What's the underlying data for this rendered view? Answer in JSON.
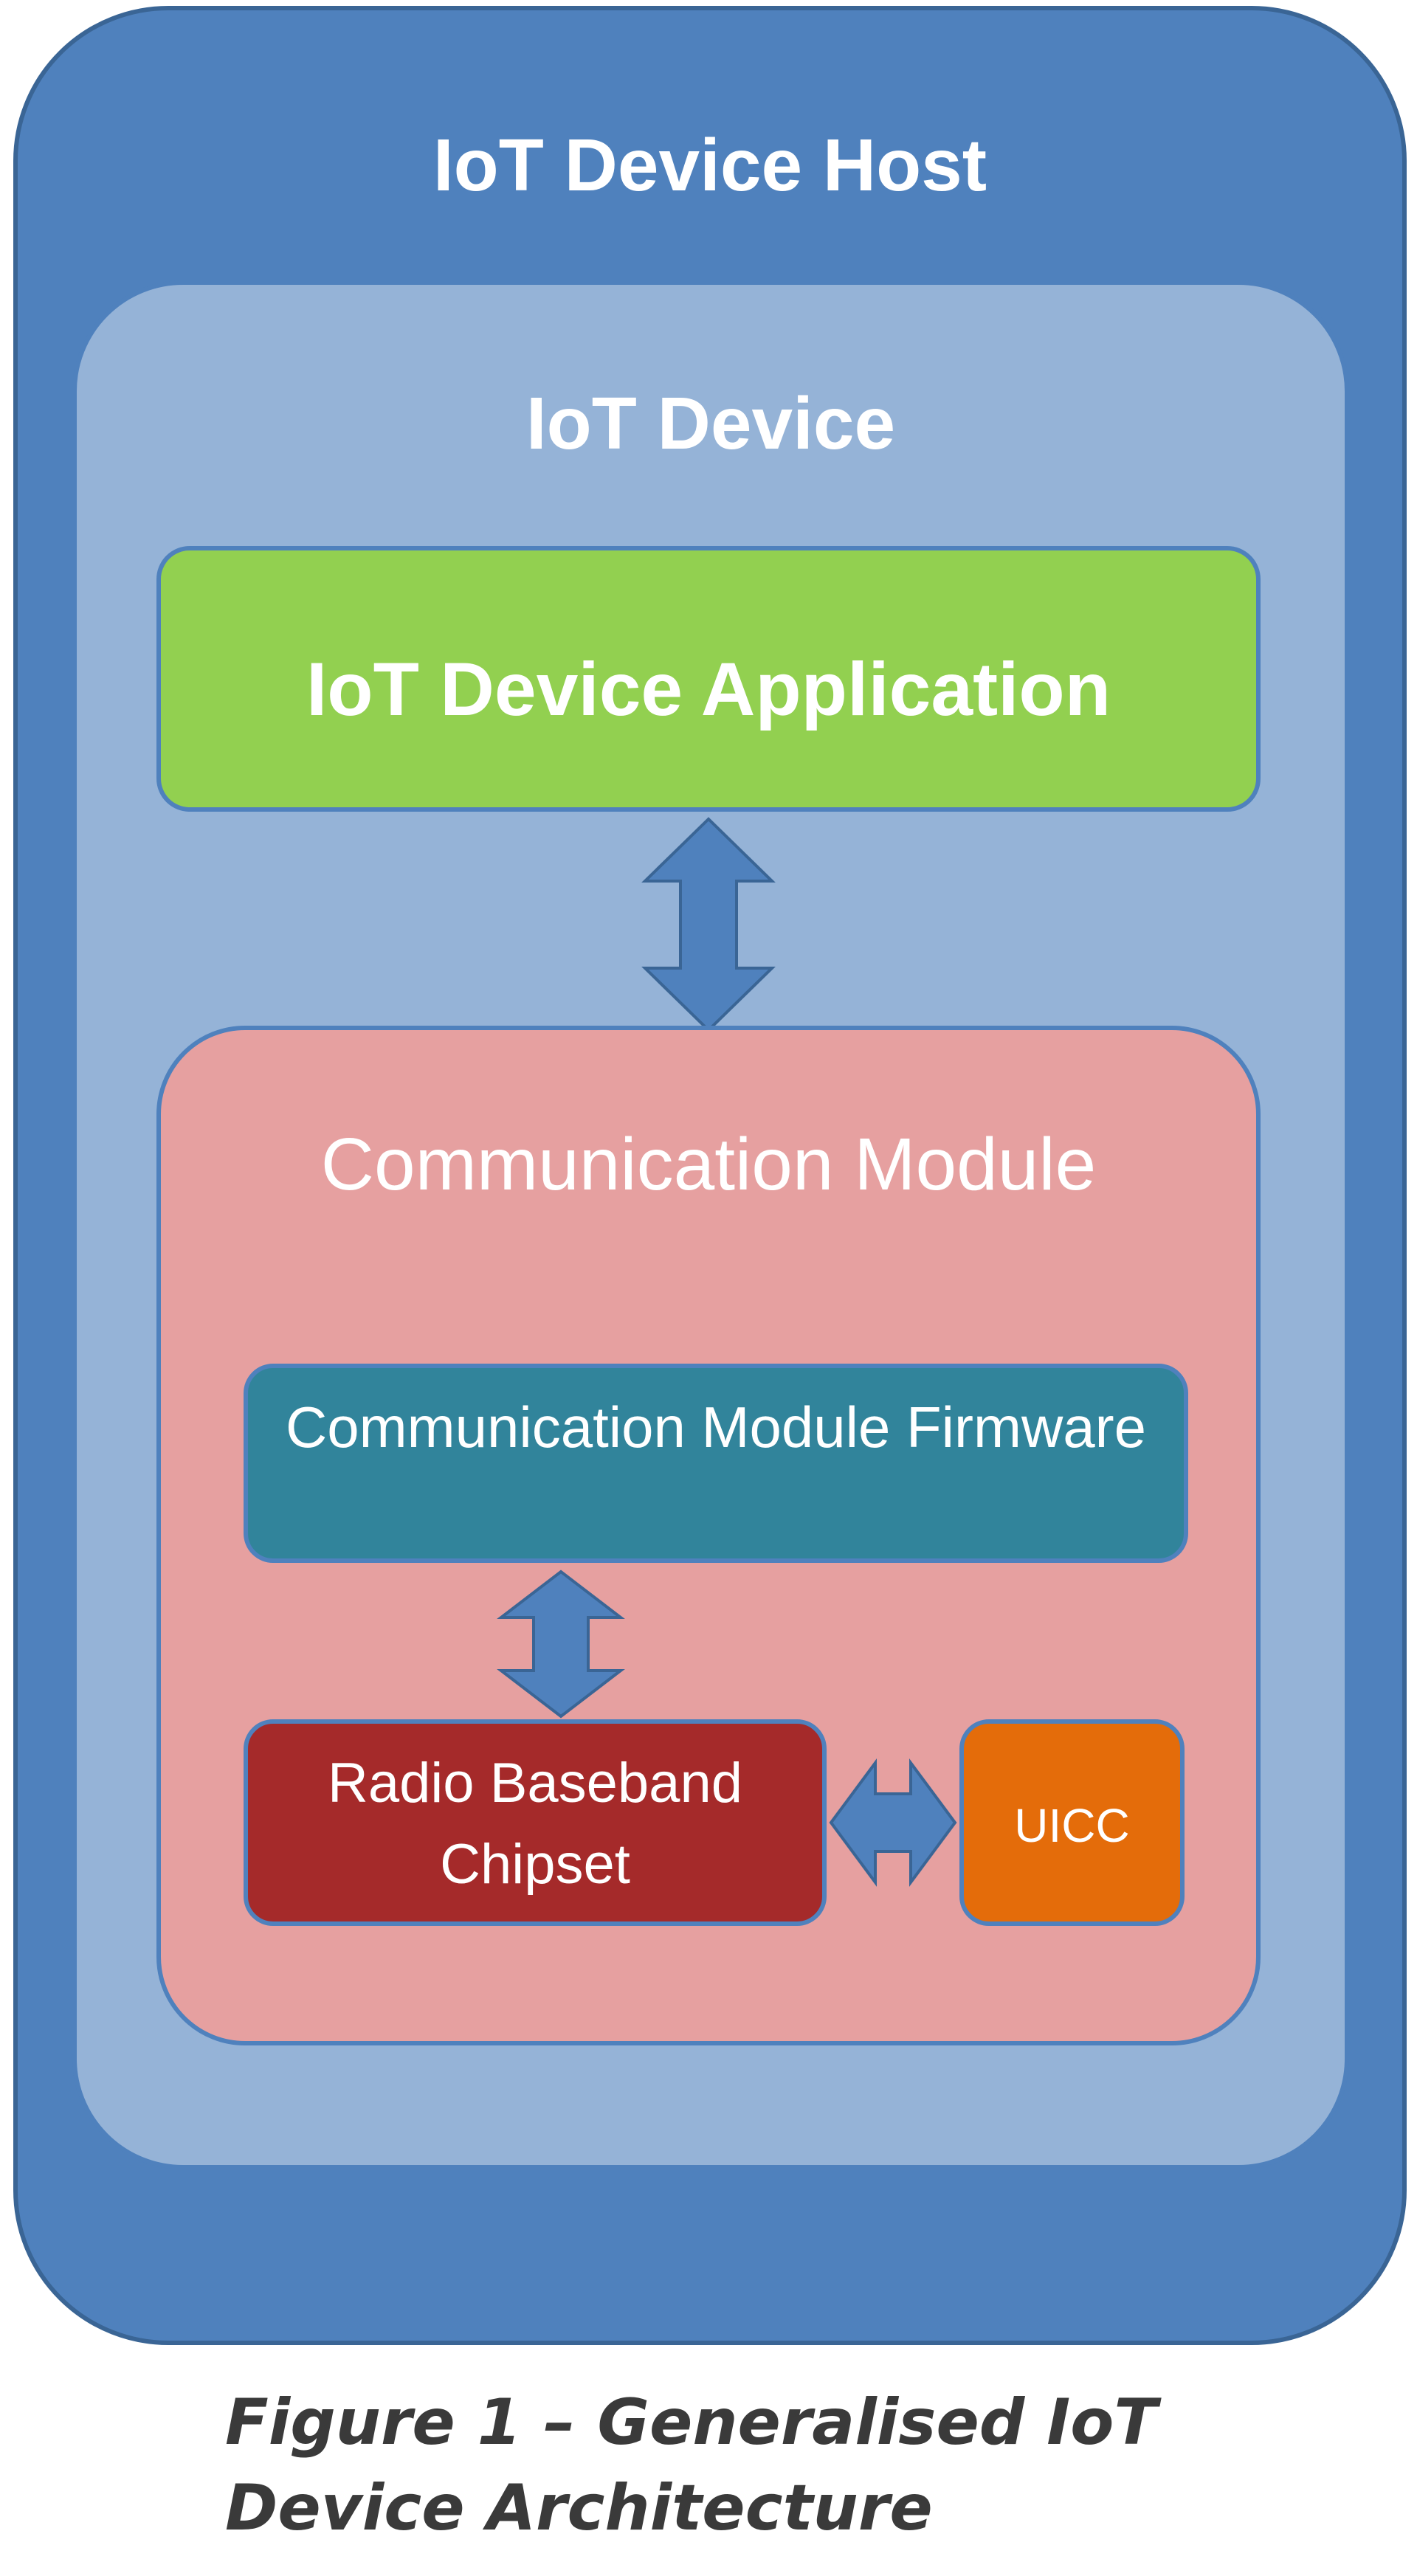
{
  "diagram": {
    "host": {
      "label": "IoT Device Host"
    },
    "device": {
      "label": "IoT Device"
    },
    "application": {
      "label": "IoT Device Application"
    },
    "module": {
      "label": "Communication Module"
    },
    "firmware": {
      "label": "Communication Module Firmware"
    },
    "radio": {
      "label": "Radio Baseband Chipset"
    },
    "uicc": {
      "label": "UICC"
    },
    "arrows": [
      {
        "name": "application-module-arrow",
        "from": "IoT Device Application",
        "to": "Communication Module",
        "direction": "bidirectional-vertical"
      },
      {
        "name": "firmware-radio-arrow",
        "from": "Communication Module Firmware",
        "to": "Radio Baseband Chipset",
        "direction": "bidirectional-vertical"
      },
      {
        "name": "radio-uicc-arrow",
        "from": "Radio Baseband Chipset",
        "to": "UICC",
        "direction": "bidirectional-horizontal"
      }
    ]
  },
  "caption": "Figure 1 – Generalised IoT Device Architecture",
  "colors": {
    "host": "#4F81BD",
    "device": "#95B3D7",
    "application": "#92D050",
    "module": "#E6A0A0",
    "firmware": "#31849B",
    "radio": "#A52A2A",
    "uicc": "#E46C0A",
    "arrow": "#4F81BD"
  }
}
